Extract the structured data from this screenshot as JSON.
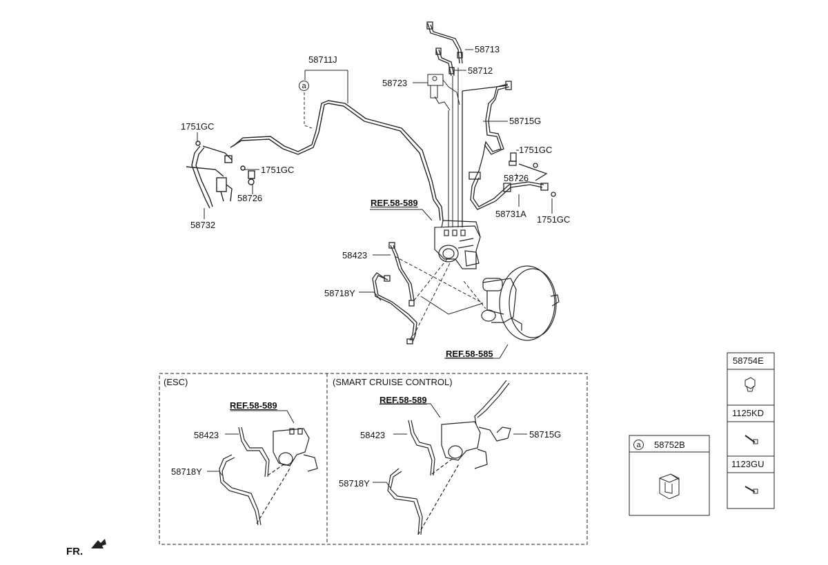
{
  "labels": {
    "p58711J": "58711J",
    "p58713": "58713",
    "p58712": "58712",
    "p58723": "58723",
    "p58715G_main": "58715G",
    "p1751GC_right_top": "1751GC",
    "p58726_right": "58726",
    "p58731A": "58731A",
    "p1751GC_right_bot": "1751GC",
    "p1751GC_left_top": "1751GC",
    "p1751GC_left_mid": "1751GC",
    "p58726_left": "58726",
    "p58732": "58732",
    "p58423_main": "58423",
    "p58718Y_main": "58718Y",
    "circle_a_main": "a"
  },
  "refs": {
    "ref_589_main": "REF.58-589",
    "ref_585_main": "REF.58-585"
  },
  "esc_section": {
    "title": "(ESC)",
    "ref": "REF.58-589",
    "p58423": "58423",
    "p58718Y": "58718Y"
  },
  "scc_section": {
    "title": "(SMART CRUISE CONTROL)",
    "ref": "REF.58-589",
    "p58423": "58423",
    "p58718Y": "58718Y",
    "p58715G": "58715G"
  },
  "side_table": {
    "circle": "a",
    "p58752B": "58752B",
    "p58754E": "58754E",
    "p1125KD": "1125KD",
    "p1123GU": "1123GU"
  },
  "front_marker": "FR."
}
